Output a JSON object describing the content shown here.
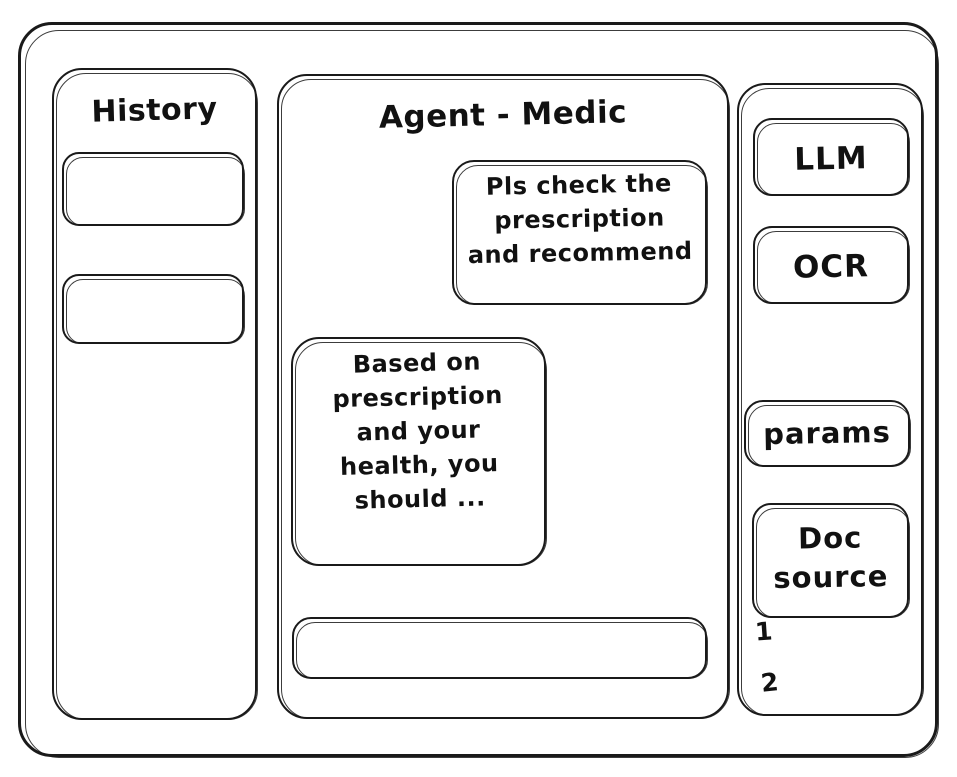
{
  "app": {
    "frame_label": "app-window"
  },
  "theme": {
    "stroke": "#1a1a1a",
    "background": "#ffffff",
    "text": "#111111"
  },
  "history": {
    "title": "History",
    "items": [
      {
        "label": ""
      },
      {
        "label": ""
      }
    ]
  },
  "center": {
    "title": "Agent - Medic",
    "messages": [
      {
        "role": "user",
        "text": "Pls check the\nprescription\nand recommend"
      },
      {
        "role": "assistant",
        "text": "Based on\nprescription\nand your\nhealth, you\nshould ..."
      }
    ],
    "composer": {
      "value": "",
      "placeholder": ""
    }
  },
  "tools": {
    "buttons": [
      {
        "label": "LLM"
      },
      {
        "label": "OCR"
      },
      {
        "label": "params"
      },
      {
        "label": "Doc\nsource"
      }
    ],
    "doc_list": [
      {
        "label": "1"
      },
      {
        "label": "2"
      }
    ]
  }
}
